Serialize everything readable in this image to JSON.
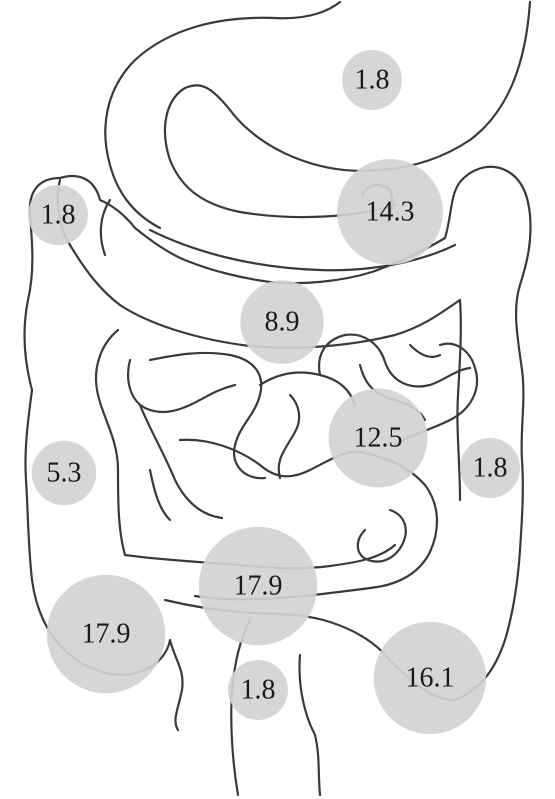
{
  "colors": {
    "bubble": "#d3d3d3",
    "outline": "#3a3a3a",
    "text": "#1a1a1a"
  },
  "regions": [
    {
      "id": "stomach",
      "value": 1.8,
      "label": "1.8"
    },
    {
      "id": "hepatic-flexure",
      "value": 1.8,
      "label": "1.8"
    },
    {
      "id": "splenic-flexure",
      "value": 14.3,
      "label": "14.3"
    },
    {
      "id": "transverse-colon",
      "value": 8.9,
      "label": "8.9"
    },
    {
      "id": "jejunum",
      "value": 12.5,
      "label": "12.5"
    },
    {
      "id": "ascending-colon",
      "value": 5.3,
      "label": "5.3"
    },
    {
      "id": "descending-colon",
      "value": 1.8,
      "label": "1.8"
    },
    {
      "id": "ileum",
      "value": 17.9,
      "label": "17.9"
    },
    {
      "id": "cecum",
      "value": 17.9,
      "label": "17.9"
    },
    {
      "id": "sigmoid-colon",
      "value": 16.1,
      "label": "16.1"
    },
    {
      "id": "rectum",
      "value": 1.8,
      "label": "1.8"
    }
  ]
}
